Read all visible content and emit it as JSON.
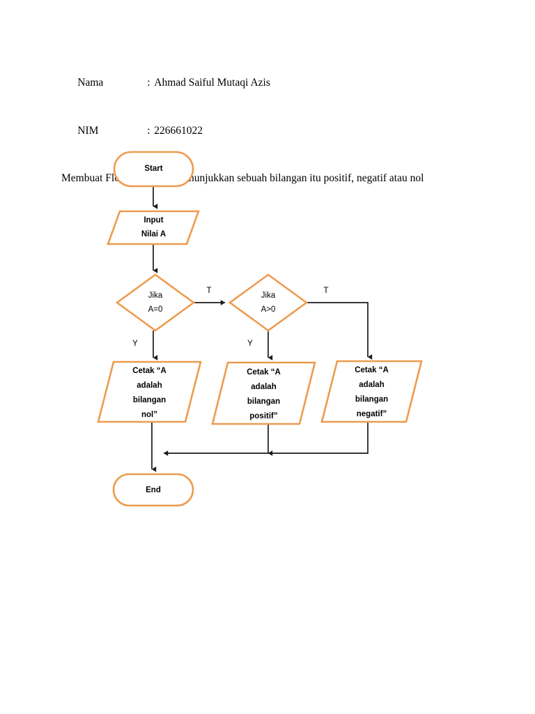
{
  "document": {
    "identity": [
      {
        "label": "Nama",
        "separator": ":",
        "value": "Ahmad Saiful Mutaqi Azis"
      },
      {
        "label": "NIM",
        "separator": ":",
        "value": "226661022"
      }
    ],
    "intro": "Membuat Flowchart yang menunjukkan sebuah bilangan itu positif, negatif atau nol"
  },
  "flowchart": {
    "nodes": {
      "start": "Start",
      "input": "Input\nNilai A",
      "decision_zero": "Jika\nA=0",
      "decision_positive": "Jika\nA>0",
      "output_zero": "Cetak “A\nadalah\nbilangan\nnol”",
      "output_positive": "Cetak “A\nadalah\nbilangan\npositif”",
      "output_negative": "Cetak “A\nadalah\nbilangan\nnegatif”",
      "end": "End"
    },
    "edge_labels": {
      "zero_false": "T",
      "zero_true": "Y",
      "positive_false": "T",
      "positive_true": "Y"
    },
    "colors": {
      "shape_border": "#ED9B4D",
      "shape_fill": "#FFFFFF",
      "connector": "#1A1A1A",
      "text": "#000000"
    }
  }
}
